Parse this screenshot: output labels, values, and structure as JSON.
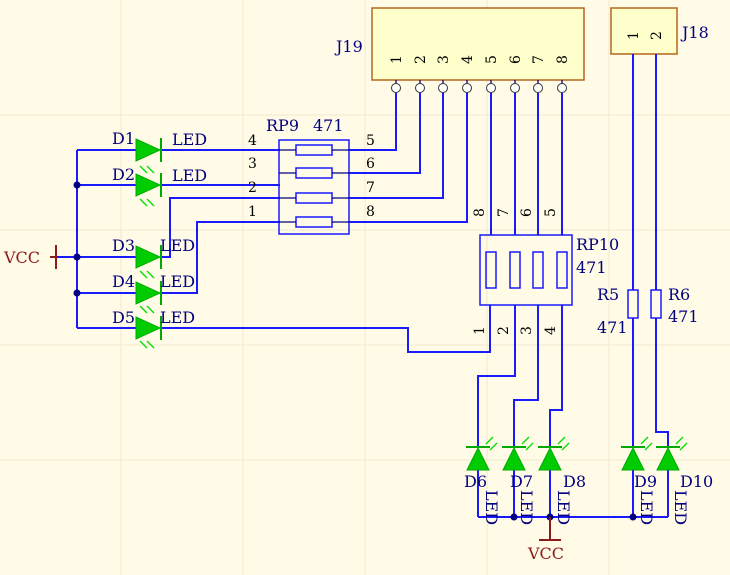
{
  "connectors": {
    "j19": {
      "ref": "J19",
      "pins": [
        "1",
        "2",
        "3",
        "4",
        "5",
        "6",
        "7",
        "8"
      ]
    },
    "j18": {
      "ref": "J18",
      "pins": [
        "1",
        "2"
      ]
    }
  },
  "rp9": {
    "ref": "RP9",
    "value": "471",
    "left_pins": [
      "4",
      "3",
      "2",
      "1"
    ],
    "right_pins": [
      "5",
      "6",
      "7",
      "8"
    ]
  },
  "rp10": {
    "ref": "RP10",
    "value": "471",
    "top_pins": [
      "8",
      "7",
      "6",
      "5"
    ],
    "bottom_pins": [
      "1",
      "2",
      "3",
      "4"
    ]
  },
  "r5": {
    "ref": "R5",
    "value": "471"
  },
  "r6": {
    "ref": "R6",
    "value": "471"
  },
  "leds": {
    "d1": {
      "ref": "D1",
      "value": "LED"
    },
    "d2": {
      "ref": "D2",
      "value": "LED"
    },
    "d3": {
      "ref": "D3",
      "value": "LED"
    },
    "d4": {
      "ref": "D4",
      "value": "LED"
    },
    "d5": {
      "ref": "D5",
      "value": "LED"
    },
    "d6": {
      "ref": "D6",
      "value": "LED"
    },
    "d7": {
      "ref": "D7",
      "value": "LED"
    },
    "d8": {
      "ref": "D8",
      "value": "LED"
    },
    "d9": {
      "ref": "D9",
      "value": "LED"
    },
    "d10": {
      "ref": "D10",
      "value": "LED"
    }
  },
  "power": {
    "vcc_left": "VCC",
    "vcc_bottom": "VCC"
  },
  "colors": {
    "wire": "#1a1aff",
    "led": "#00cc00",
    "header": "#ffffcc",
    "text": "#000080",
    "power": "#8b1a1a",
    "background": "#fffbe6"
  }
}
